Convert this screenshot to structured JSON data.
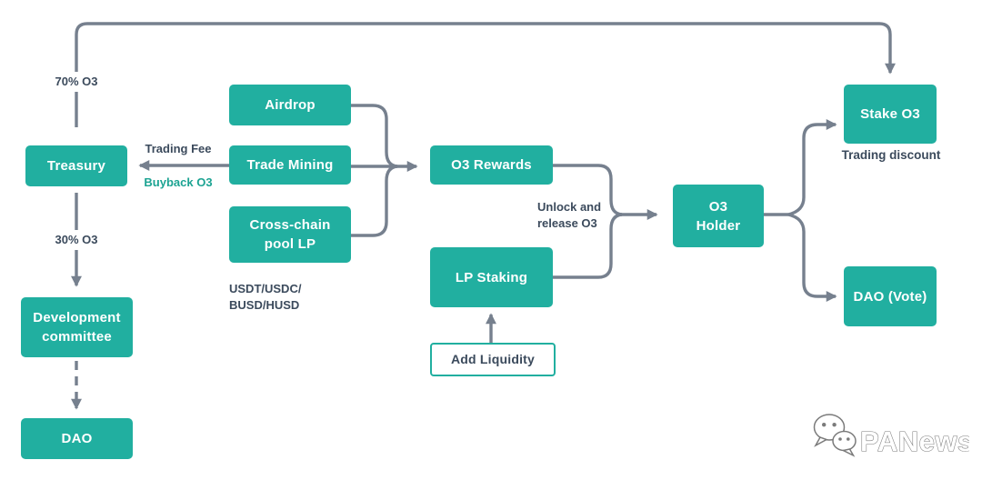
{
  "diagram": {
    "nodes": {
      "treasury": {
        "label": "Treasury"
      },
      "airdrop": {
        "label": "Airdrop"
      },
      "trade_mining": {
        "label": "Trade Mining"
      },
      "cross_chain_pool_lp": {
        "label": "Cross-chain\npool LP"
      },
      "o3_rewards": {
        "label": "O3 Rewards"
      },
      "lp_staking": {
        "label": "LP Staking"
      },
      "add_liquidity": {
        "label": "Add Liquidity"
      },
      "o3_holder": {
        "label": "O3\nHolder"
      },
      "stake_o3": {
        "label": "Stake O3"
      },
      "dao_vote": {
        "label": "DAO (Vote)"
      },
      "development_committee": {
        "label": "Development\ncommittee"
      },
      "dao": {
        "label": "DAO"
      }
    },
    "labels": {
      "pct_70_o3": "70% O3",
      "pct_30_o3": "30% O3",
      "trading_fee": "Trading Fee",
      "buyback_o3": "Buyback O3",
      "stablecoins": "USDT/USDC/\nBUSD/HUSD",
      "unlock_release": "Unlock and\nrelease O3",
      "trading_discount": "Trading discount"
    },
    "edges": [
      {
        "from": "treasury",
        "to": "stake_o3",
        "style": "solid",
        "label": "70% O3"
      },
      {
        "from": "treasury",
        "to": "development_committee",
        "style": "solid",
        "label": "30% O3"
      },
      {
        "from": "development_committee",
        "to": "dao",
        "style": "dashed",
        "label": ""
      },
      {
        "from": "trade_mining",
        "to": "treasury",
        "style": "solid",
        "label": "Trading Fee / Buyback O3"
      },
      {
        "from": "airdrop",
        "to": "o3_rewards",
        "style": "solid",
        "label": ""
      },
      {
        "from": "trade_mining",
        "to": "o3_rewards",
        "style": "solid",
        "label": ""
      },
      {
        "from": "cross_chain_pool_lp",
        "to": "o3_rewards",
        "style": "solid",
        "label": ""
      },
      {
        "from": "o3_rewards",
        "to": "o3_holder",
        "style": "solid",
        "label": "Unlock and release O3"
      },
      {
        "from": "lp_staking",
        "to": "o3_holder",
        "style": "solid",
        "label": "Unlock and release O3"
      },
      {
        "from": "add_liquidity",
        "to": "lp_staking",
        "style": "solid",
        "label": ""
      },
      {
        "from": "o3_holder",
        "to": "stake_o3",
        "style": "solid",
        "label": ""
      },
      {
        "from": "o3_holder",
        "to": "dao_vote",
        "style": "solid",
        "label": ""
      }
    ]
  },
  "watermark": {
    "brand": "PANews",
    "icon": "wechat-chat-bubbles-icon"
  },
  "colors": {
    "node_fill": "#21AFA0",
    "node_text": "#FFFFFF",
    "connector": "#76808E",
    "label_text": "#3B4A5C",
    "buyback_text": "#1CA392",
    "background": "#FFFFFF"
  }
}
